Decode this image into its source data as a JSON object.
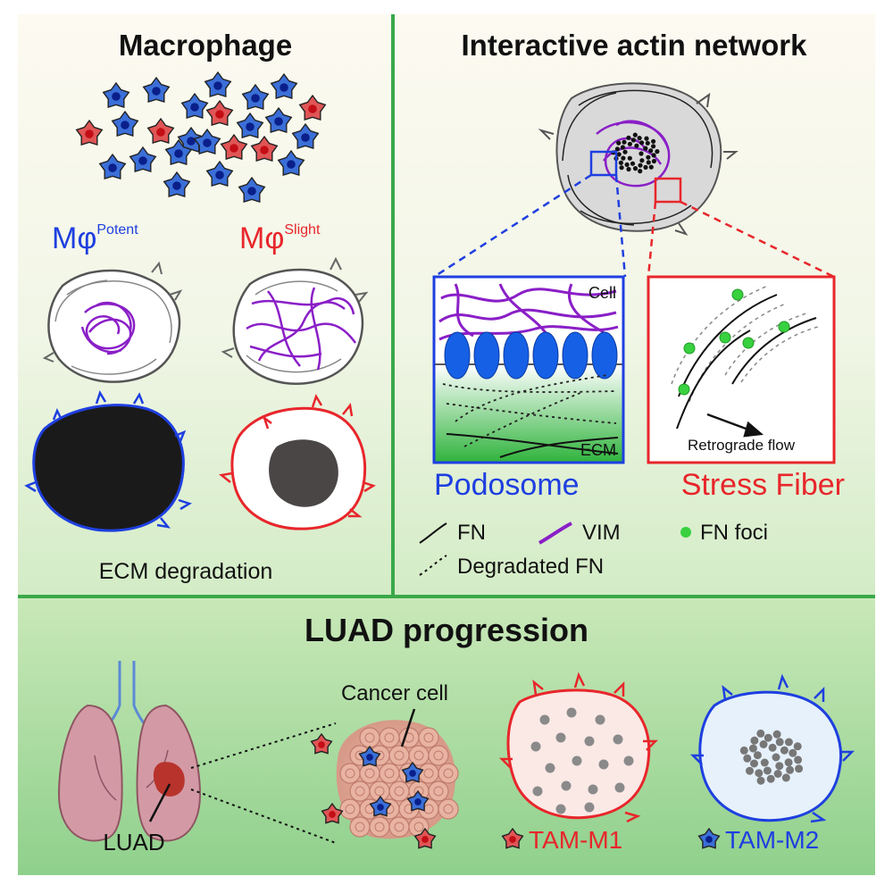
{
  "panels": {
    "macrophage": {
      "title": "Macrophage",
      "potent_label": {
        "base": "Mφ",
        "sup": "Potent"
      },
      "slight_label": {
        "base": "Mφ",
        "sup": "Slight"
      },
      "footer": "ECM degradation"
    },
    "actin": {
      "title": "Interactive actin network",
      "cell_label": "Cell",
      "ecm_label": "ECM",
      "flow_label": "Retrograde flow",
      "podosome_label": "Podosome",
      "stress_fiber_label": "Stress Fiber"
    },
    "legend": {
      "fn": "FN",
      "vim": "VIM",
      "fn_foci": "FN foci",
      "degraded_fn": "Degradated FN"
    },
    "luad": {
      "title": "LUAD progression",
      "cancer_cell_label": "Cancer cell",
      "luad_label": "LUAD",
      "tam_m1": "TAM-M1",
      "tam_m2": "TAM-M2"
    }
  },
  "colors": {
    "blue": "#1e3fe0",
    "red": "#e8262b",
    "purple": "#8a1fc7",
    "green_border": "#3aa84a",
    "cell_blue": "#3b6fd8",
    "cell_red": "#e05555"
  }
}
